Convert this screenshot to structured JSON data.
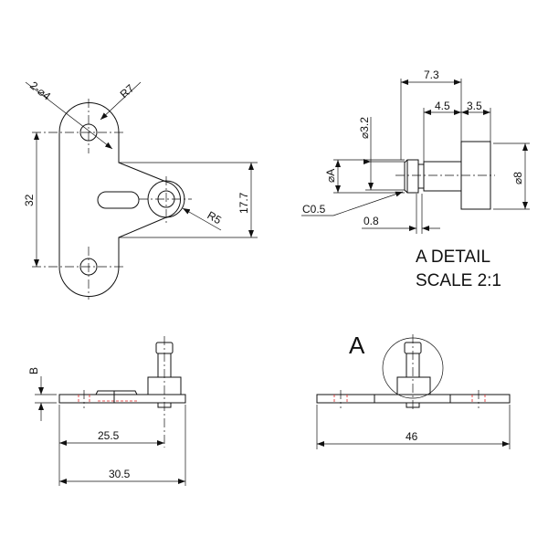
{
  "top_view": {
    "hole_callout": "2-⌀4",
    "radius_large": "R7",
    "radius_small": "R5",
    "dim_hole_spacing": "32",
    "dim_tab_width": "17.7"
  },
  "detail_a": {
    "dim_total": "7.3",
    "dim_shaft": "4.5",
    "dim_head": "3.5",
    "dim_pin_dia": "⌀3.2",
    "dim_a": "⌀A",
    "dim_head_dia": "⌀8",
    "chamfer": "C0.5",
    "dim_groove": "0.8",
    "title": "A DETAIL",
    "scale": "SCALE 2:1"
  },
  "side_view": {
    "dim_thickness": "B",
    "dim_pin_pos": "25.5",
    "dim_length": "30.5"
  },
  "front_view": {
    "detail_label": "A",
    "dim_width": "46"
  },
  "colors": {
    "line": "#111111",
    "hidden": "#dd2222"
  }
}
